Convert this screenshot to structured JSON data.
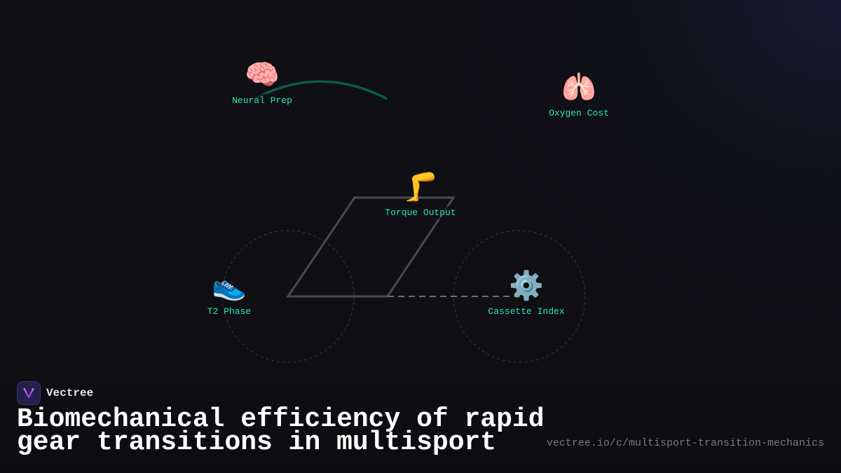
{
  "brand": {
    "name": "Vectree",
    "logo_icon": "vectree-fork-logo",
    "logo_color": "#b14fe0"
  },
  "title": {
    "line1": "Biomechanical efficiency of rapid",
    "line2": "gear transitions in multisport"
  },
  "url": "vectree.io/c/multisport-transition-mechanics",
  "colors": {
    "background": "#0f0f14",
    "label": "#2ee6c0",
    "frame": "#4a4a4e",
    "arc": "#0f5a48",
    "dashed_circle": "#3a3a40"
  },
  "nodes": [
    {
      "id": "neural-prep",
      "label": "Neural Prep",
      "icon": "brain-icon",
      "glyph": "🧠"
    },
    {
      "id": "oxygen-cost",
      "label": "Oxygen Cost",
      "icon": "lungs-icon",
      "glyph": "🫁"
    },
    {
      "id": "torque-output",
      "label": "Torque Output",
      "icon": "leg-icon",
      "glyph": "🦵"
    },
    {
      "id": "t2-phase",
      "label": "T2 Phase",
      "icon": "running-shoe-icon",
      "glyph": "👟"
    },
    {
      "id": "cassette-index",
      "label": "Cassette Index",
      "icon": "gear-icon",
      "glyph": "⚙️"
    }
  ]
}
